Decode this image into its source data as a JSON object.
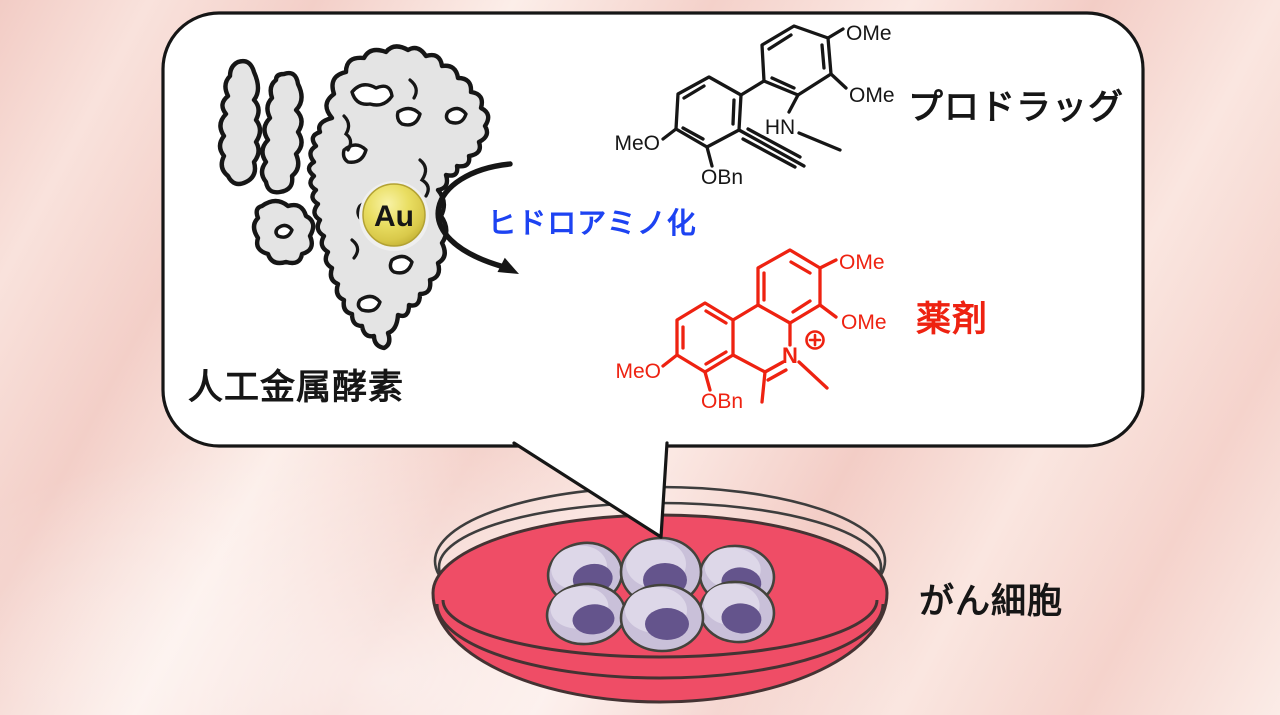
{
  "figure": {
    "background": {
      "base": "#f6d6cf",
      "band_light": "#fceee9",
      "band_dark": "#f2ccc5"
    },
    "bubble": {
      "fill": "#ffffff",
      "stroke": "#161616"
    },
    "enzyme": {
      "label": "人工金属酵素",
      "body_color": "#e4e4e4",
      "outline_color": "#161616",
      "metal": {
        "symbol": "Au",
        "center_color": "#f8f2a6",
        "mid_color": "#e9de62",
        "edge_color": "#c0ae32",
        "text_color": "#161616"
      }
    },
    "reaction": {
      "label": "ヒドロアミノ化",
      "color": "#1d43f2",
      "arrow_color": "#161616"
    },
    "prodrug": {
      "label": "プロドラッグ",
      "label_color": "#161616",
      "color": "#161616",
      "substituents": {
        "ome_top": "OMe",
        "ome_side": "OMe",
        "amine": "HN",
        "meo": "MeO",
        "obn": "OBn"
      }
    },
    "drug": {
      "label": "薬剤",
      "color": "#ee2211",
      "substituents": {
        "ome_top": "OMe",
        "ome_side": "OMe",
        "meo": "MeO",
        "obn": "OBn",
        "nitrogen": "N",
        "charge": "+"
      }
    },
    "dish": {
      "label": "がん細胞",
      "label_color": "#161616",
      "media_color": "#ef4d66",
      "rim_color": "#443333",
      "glass_color": "#3d3d3d",
      "cell_count": 6,
      "cell_body_color": "#c9c0d9",
      "cell_highlight_color": "#ddd7e8",
      "nucleus_color": "#64548c"
    }
  }
}
